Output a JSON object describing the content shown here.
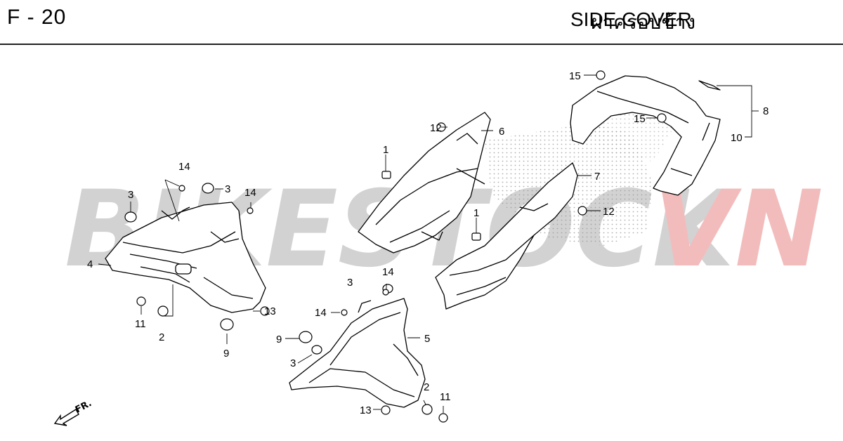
{
  "header": {
    "page_code": "F - 20",
    "title_th": "ฝาครอบข้าง",
    "title_en": "SIDE COVER"
  },
  "watermark": {
    "text_grey": "BIKESTOCK",
    "text_red": "VN",
    "color_grey": "#d2d2d2",
    "color_red": "#f3bcbc"
  },
  "direction": {
    "label": "FR."
  },
  "callouts": {
    "c1a": "1",
    "c1b": "1",
    "c2a": "2",
    "c2b": "2",
    "c3a": "3",
    "c3b": "3",
    "c3c": "3",
    "c3d": "3",
    "c4": "4",
    "c5": "5",
    "c6": "6",
    "c7": "7",
    "c8": "8",
    "c9a": "9",
    "c9b": "9",
    "c10": "10",
    "c11a": "11",
    "c11b": "11",
    "c12a": "12",
    "c12b": "12",
    "c13a": "13",
    "c13b": "13",
    "c14a": "14",
    "c14b": "14",
    "c14c": "14",
    "c14d": "14",
    "c15a": "15",
    "c15b": "15"
  }
}
